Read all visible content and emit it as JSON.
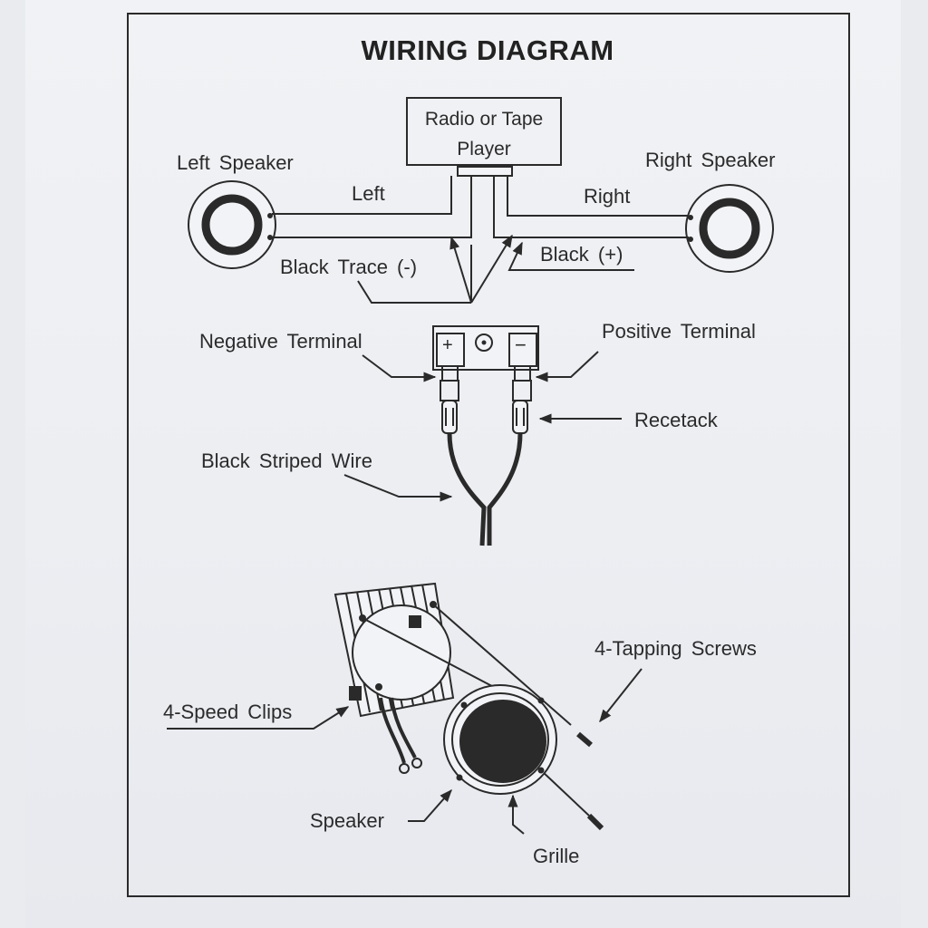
{
  "title": "WIRING DIAGRAM",
  "source_box": {
    "line1": "Radio or Tape",
    "line2": "Player"
  },
  "labels": {
    "left_speaker": "Left Speaker",
    "right_speaker": "Right Speaker",
    "left": "Left",
    "right": "Right",
    "black_trace": "Black  Trace (-)",
    "black_plus": "Black  (+)",
    "negative_terminal": "Negative  Terminal",
    "positive_terminal": "Positive  Terminal",
    "recetack": "Recetack",
    "black_striped_wire": "Black  Striped  Wire",
    "tapping_screws": "4-Tapping Screws",
    "speed_clips": "4-Speed  Clips",
    "speaker": "Speaker",
    "grille": "Grille"
  },
  "terminal_symbols": {
    "plus": "+",
    "minus": "−"
  },
  "colors": {
    "ink": "#2a2a2a",
    "paper": "#eef0f3",
    "background": "#e9ebef"
  }
}
